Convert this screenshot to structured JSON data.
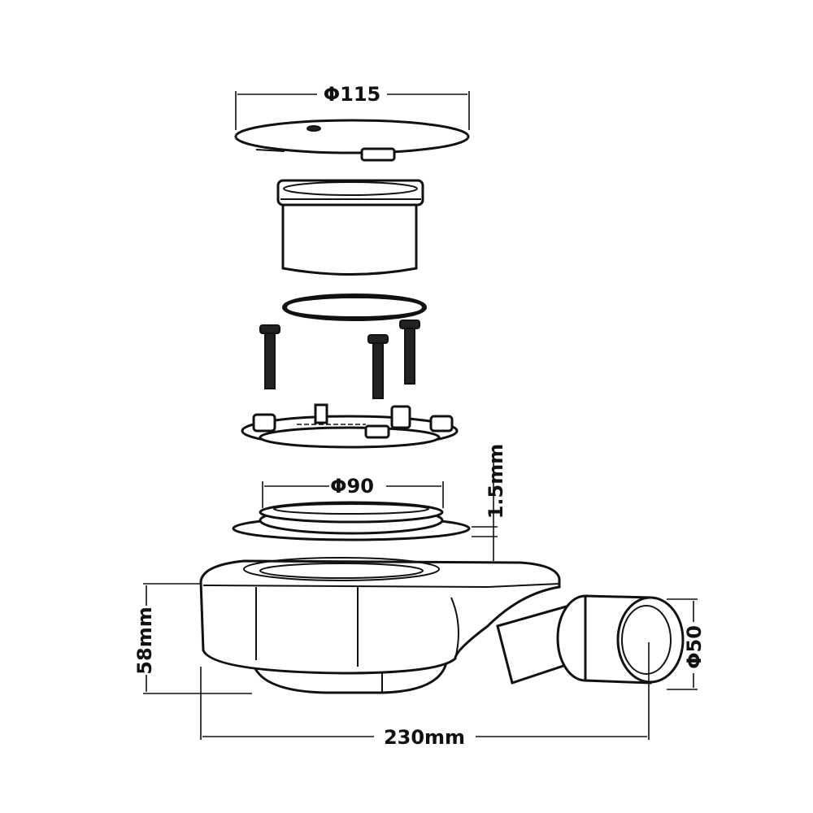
{
  "dimensions": {
    "cover_diameter": "Φ115",
    "flange_diameter": "Φ90",
    "flange_thickness": "1.5mm",
    "body_height": "58mm",
    "outlet_diameter": "Φ50",
    "total_length": "230mm"
  },
  "colors": {
    "line": "#111111",
    "background": "#ffffff"
  }
}
